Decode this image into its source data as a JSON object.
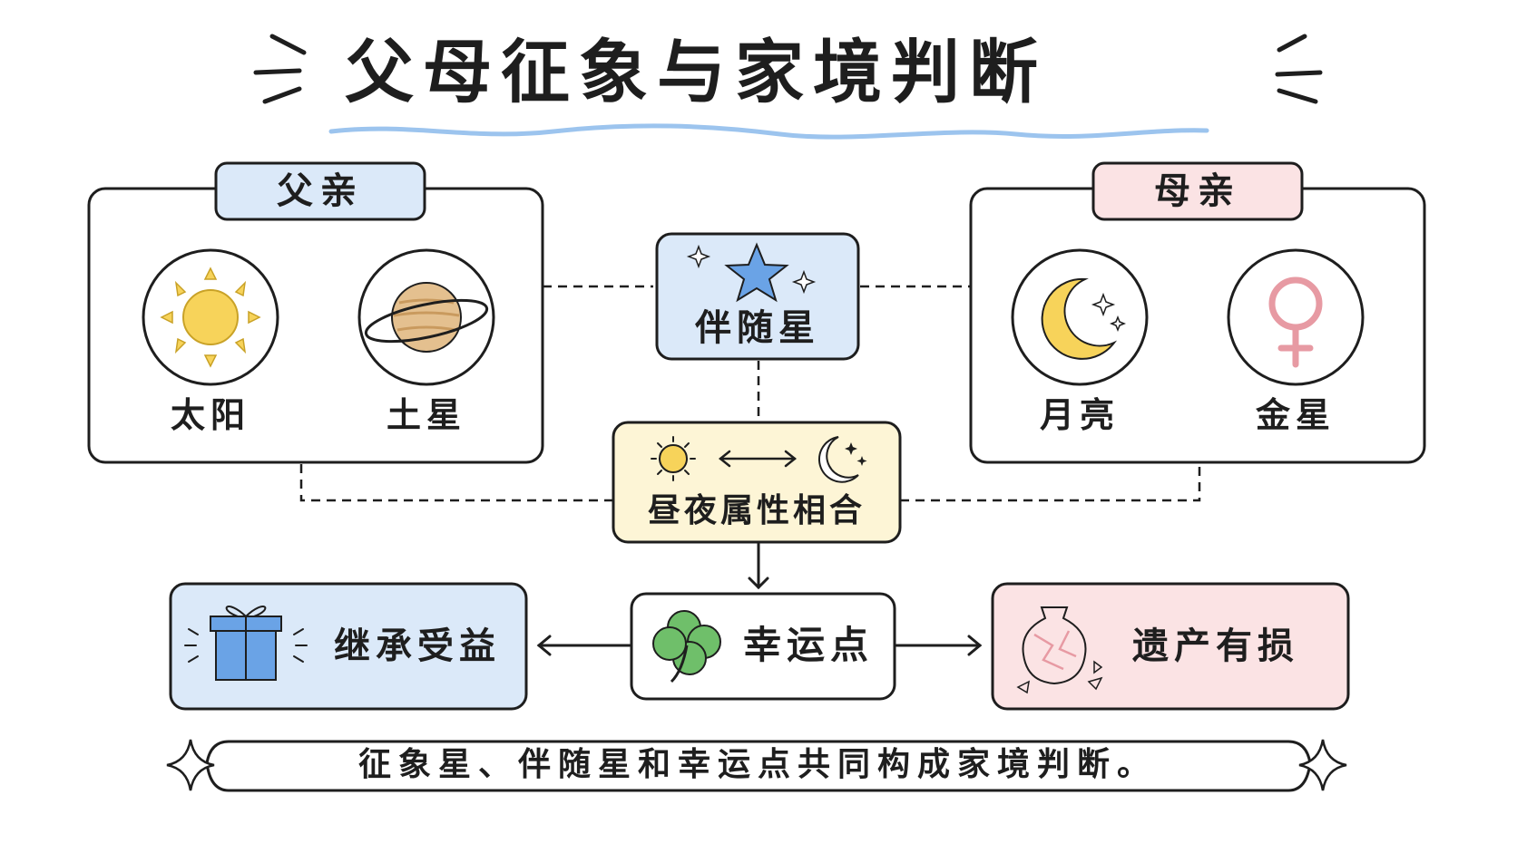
{
  "title": "父母征象与家境判断",
  "father": {
    "tab": "父亲",
    "sun": "太阳",
    "saturn": "土星"
  },
  "mother": {
    "tab": "母亲",
    "moon": "月亮",
    "venus": "金星"
  },
  "center": {
    "companion": "伴随星",
    "day_night": "昼夜属性相合",
    "lot": "幸运点"
  },
  "outcomes": {
    "benefit": "继承受益",
    "damage": "遗产有损"
  },
  "footer": "征象星、伴随星和幸运点共同构成家境判断。",
  "colors": {
    "ink": "#1e1e1e",
    "blue_fill": "#dbe9f9",
    "pink_fill": "#fbe3e4",
    "yellow_fill": "#fdf5d6",
    "sun_yellow": "#f7d35a",
    "star_blue": "#6aa3e6",
    "saturn_tan": "#e4c08f",
    "venus_pink": "#e79aa3",
    "clover_green": "#6fbf6a",
    "title_underline": "#9cc4ee"
  }
}
